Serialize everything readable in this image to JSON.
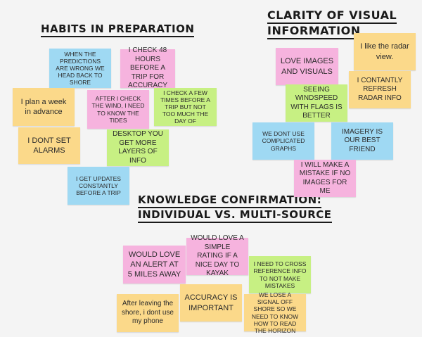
{
  "headings": {
    "habits": "HABITS IN PREPARATION",
    "clarity_line1": "CLARITY OF VISUAL",
    "clarity_line2": "INFORMATION",
    "knowledge_line1": "KNOWLEDGE CONFIRMATION:",
    "knowledge_line2": "INDIVIDUAL VS. MULTI-SOURCE"
  },
  "colors": {
    "blue": "#9fd9f3",
    "pink": "#f6b3de",
    "yellow": "#fbd98a",
    "green": "#c7f083"
  },
  "habits_notes": {
    "predictions_wrong": "WHEN THE PREDICTIONS ARE WRONG WE HEAD BACK TO SHORE",
    "check_48": "I CHECK 48 HOURS BEFORE A TRIP FOR ACCURACY",
    "plan_week": "I plan a week in advance",
    "check_wind": "AFTER I CHECK THE WIND, I NEED TO KNOW THE TIDES",
    "check_few_times": "I CHECK A FEW TIMES BEFORE A TRIP BUT NOT TOO MUCH THE DAY OF",
    "no_alarms": "I DONT SET ALARMS",
    "desktop_layers": "DESKTOP YOU GET MORE LAYERS OF INFO",
    "updates_constantly": "I GET UPDATES CONSTANTLY BEFORE A TRIP"
  },
  "clarity_notes": {
    "radar_view": "I like the radar view.",
    "love_images": "LOVE IMAGES AND VISUALS",
    "refresh_radar": "I CONTANTLY REFRESH RADAR INFO",
    "windspeed_flags": "SEEING WINDSPEED WITH FLAGS IS BETTER",
    "no_graphs": "WE DONT USE COMPLICATED GRAPHS",
    "imagery_friend": "IMAGERY IS OUR BEST FRIEND",
    "mistake_no_images": "I WILL MAKE A MISTAKE IF NO IMAGES FOR ME"
  },
  "knowledge_notes": {
    "alert_5_miles": "WOULD LOVE AN ALERT AT 5 MILES AWAY",
    "simple_rating": "WOULD LOVE A SIMPLE RATING IF A NICE DAY TO KAYAK",
    "cross_reference": "I NEED TO CROSS REFERENCE INFO TO NOT MAKE MISTAKES",
    "leaving_shore": "After leaving the shore, i dont use my phone",
    "accuracy_important": "ACCURACY IS IMPORTANT",
    "signal_off_shore": "WE LOSE A SIGNAL OFF SHORE SO WE NEED TO KNOW HOW TO READ THE HORIZON"
  }
}
